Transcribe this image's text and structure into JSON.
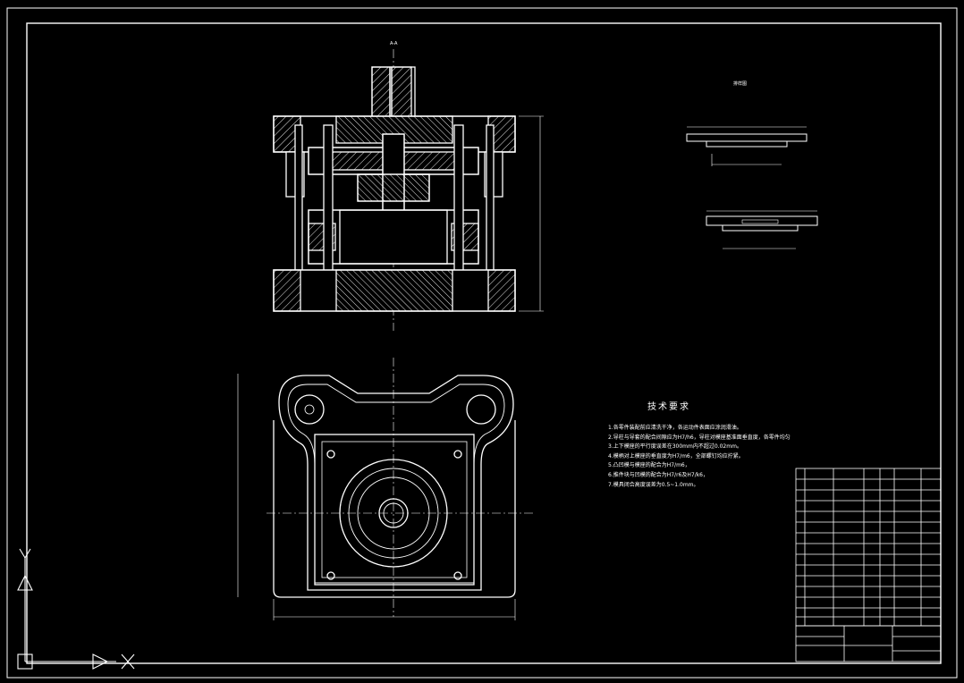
{
  "drawing": {
    "section_label": "A-A",
    "tech_requirements": {
      "title": "技术要求",
      "items": [
        "1.各零件装配前应清洗干净，各运动件表面应涂润滑油。",
        "2.导柱与导套的配合间隙应为H7/h6，导柱对模座基准面垂直度，各零件均匀",
        "3.上下模座的平行度误差在300mm内不超过0.02mm。",
        "4.模柄对上模座的垂直度为H7/m6，全部螺钉均应拧紧。",
        "5.凸凹模与模座的配合为H7/m6，",
        "6.推件块与凹模的配合为H7/r6及H7/k6，",
        "7.模具闭合高度误差为0.5~1.0mm。"
      ]
    },
    "top_right_caption": "排样图",
    "colors": {
      "background": "#000000",
      "linework": "#ffffff",
      "hatch": "#ffffff"
    },
    "icons": [
      "ucs-axis-icon"
    ]
  }
}
